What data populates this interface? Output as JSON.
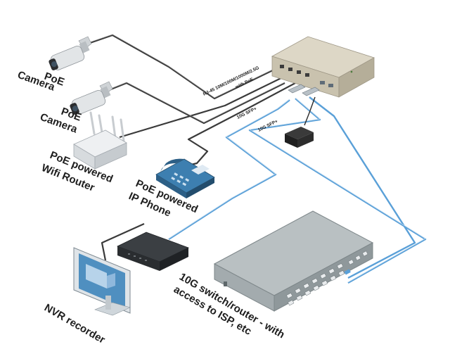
{
  "labels": {
    "camera1": [
      "PoE",
      "Camera"
    ],
    "camera2": [
      "PoE",
      "Camera"
    ],
    "router": [
      "PoE powered",
      "Wifi Router"
    ],
    "phone": [
      "PoE powered",
      "IP Phone"
    ],
    "nvr": "NVR recorder",
    "switch10g": [
      "10G switch/router - with",
      "access to ISP, etc"
    ],
    "rj45": [
      "RJ-45 10M/100M/1000M/2.5G",
      "with PoE"
    ],
    "sfp1": "10G SFP+",
    "sfp2": "10G SFP+"
  },
  "colors": {
    "ethernet_cable": "#3a3a3a",
    "fiber_cable": "#5aa0d8",
    "poe_switch": "#cbc4b0",
    "rack_switch": "#a9b1b3",
    "nvr_box": "#2d3033",
    "monitor": "#4f8fc0"
  },
  "icons": [
    "camera-icon",
    "wifi-router-icon",
    "ip-phone-icon",
    "monitor-icon",
    "nvr-box-icon",
    "poe-switch-icon",
    "rack-switch-icon",
    "power-adapter-icon"
  ]
}
